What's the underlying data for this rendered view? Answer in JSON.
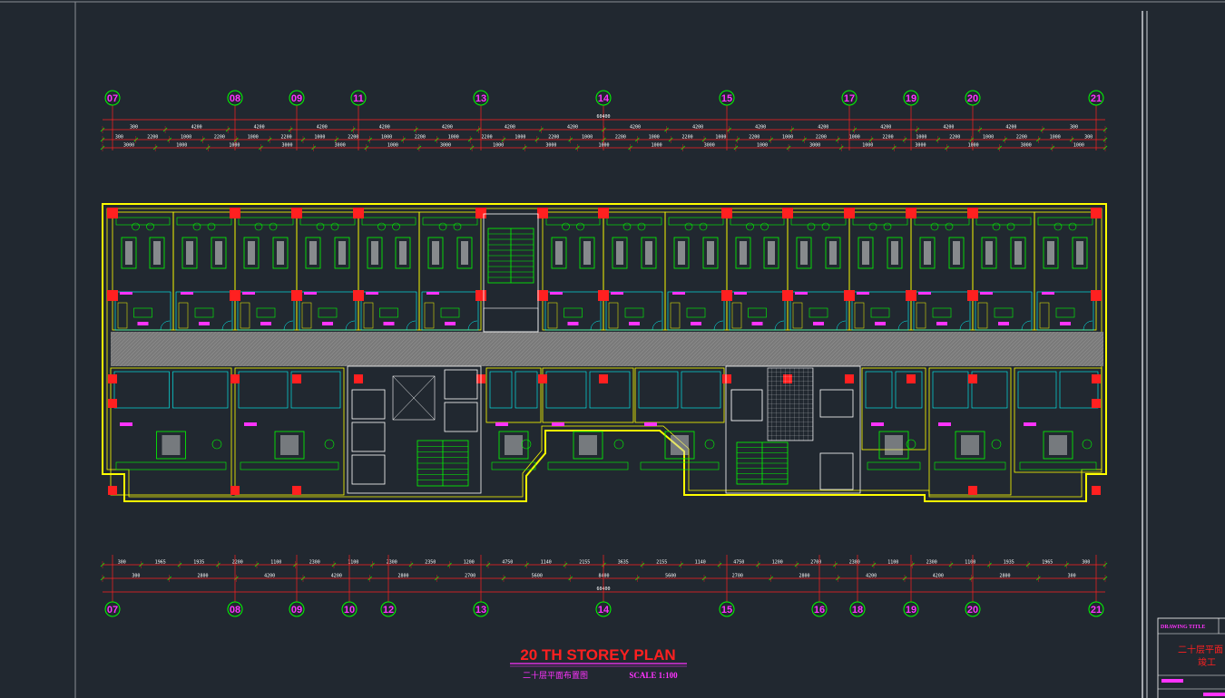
{
  "grid_top": [
    "07",
    "08",
    "09",
    "11",
    "13",
    "14",
    "15",
    "17",
    "19",
    "20",
    "21"
  ],
  "grid_bottom": [
    "07",
    "08",
    "09",
    "10",
    "12",
    "13",
    "14",
    "15",
    "16",
    "18",
    "19",
    "20",
    "21"
  ],
  "dims_top_total": "60400",
  "dims_top_row1": [
    "300",
    "4200",
    "4200",
    "4200",
    "4200",
    "4200",
    "4200",
    "4200",
    "4200",
    "4200",
    "4200",
    "4200",
    "4200",
    "4200",
    "4200",
    "300"
  ],
  "dims_top_row2": [
    "300",
    "2200",
    "1000",
    "2200",
    "1000",
    "2200",
    "1000",
    "2200",
    "1000",
    "2200",
    "1000",
    "2200",
    "1000",
    "2200",
    "1000",
    "2200",
    "1000",
    "2200",
    "1000",
    "2200",
    "1000",
    "2200",
    "1000",
    "2200",
    "1000",
    "2200",
    "1000",
    "2200",
    "1000",
    "300"
  ],
  "dims_top_row3": [
    "3000",
    "1000",
    "1000",
    "3000",
    "3000",
    "1000",
    "3000",
    "1000",
    "3000",
    "1000",
    "1000",
    "3000",
    "1000",
    "3000",
    "1000",
    "3000",
    "1000",
    "3000",
    "1000"
  ],
  "dims_bottom_total": "60400",
  "dims_bottom_row1": [
    "300",
    "1965",
    "1935",
    "2200",
    "1100",
    "2300",
    "1100",
    "2300",
    "2350",
    "1200",
    "4750",
    "1140",
    "2155",
    "3635",
    "2155",
    "1140",
    "4750",
    "1200",
    "2700",
    "2300",
    "1100",
    "2300",
    "1100",
    "1935",
    "1965",
    "300"
  ],
  "dims_bottom_row2": [
    "300",
    "2800",
    "4200",
    "4200",
    "2800",
    "2700",
    "5600",
    "8400",
    "5600",
    "2700",
    "2800",
    "4200",
    "4200",
    "2800",
    "300"
  ],
  "title": {
    "main": "20 TH  STOREY  PLAN",
    "chinese": "二十层平面布置图",
    "scale": "SCALE  1:100"
  },
  "title_block": {
    "label": "DRAWING TITLE",
    "line1": "二十层平面",
    "line2": "竣工"
  },
  "colors": {
    "background": "#212830",
    "wall": "#ffff00",
    "column": "#ff2020",
    "furniture": "#00ff00",
    "text": "#ff33ff",
    "cyan": "#00ffff",
    "corridor": "#808080"
  }
}
